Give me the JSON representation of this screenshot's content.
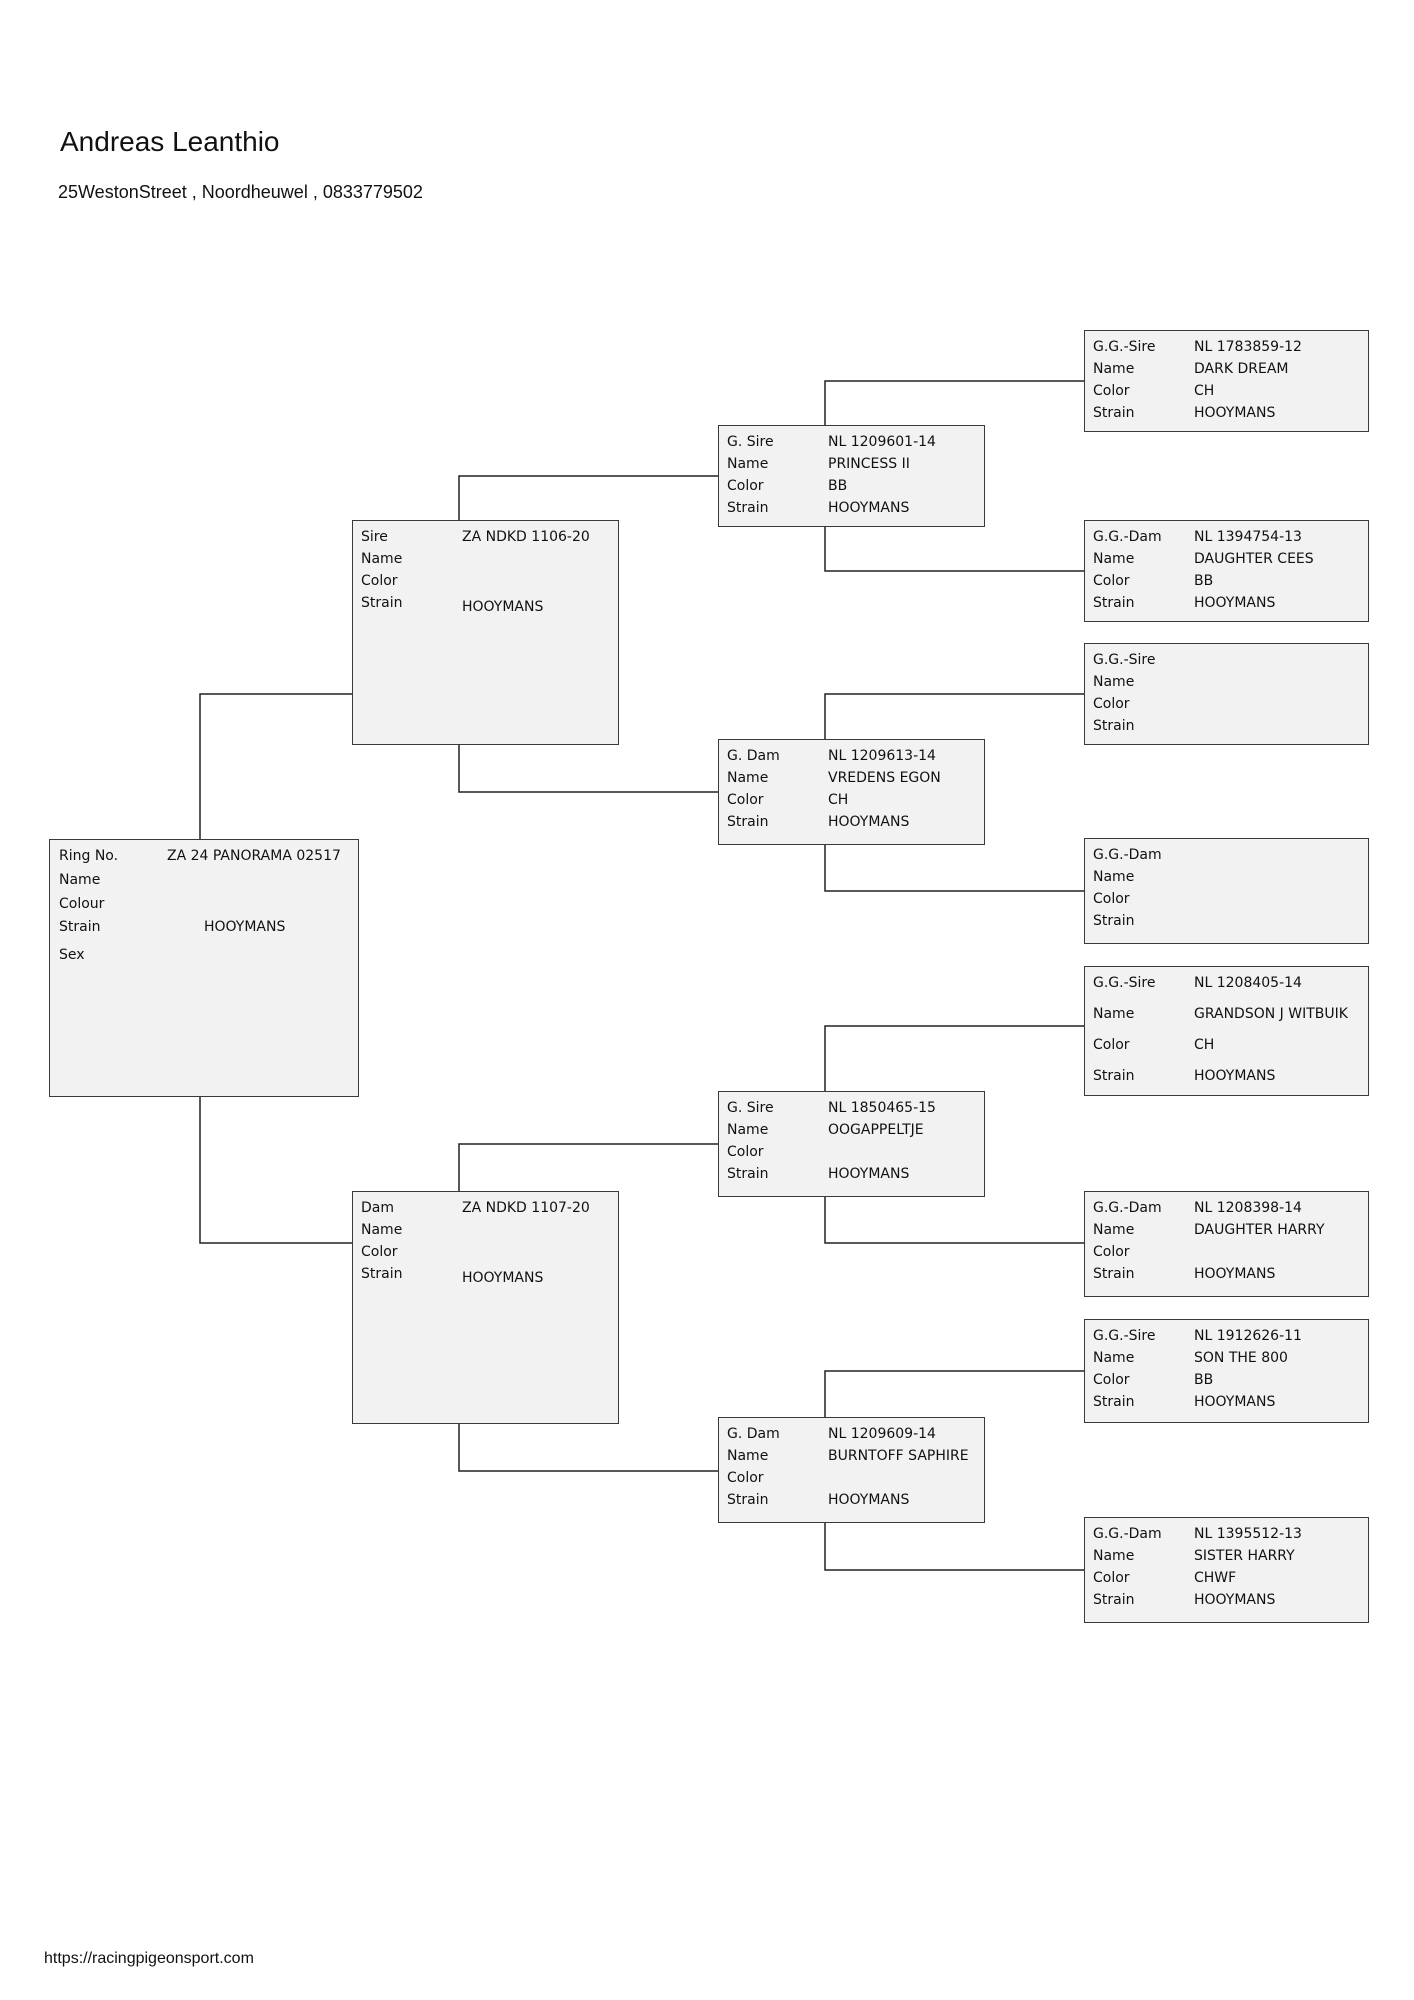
{
  "owner": {
    "name": "Andreas Leanthio",
    "address": "25WestonStreet , Noordheuwel , 0833779502"
  },
  "footer": "https://racingpigeonsport.com",
  "subject": {
    "ring_label": "Ring No.",
    "ring": "ZA 24 PANORAMA 02517",
    "name_label": "Name",
    "name": "",
    "colour_label": "Colour",
    "colour": "",
    "strain_label": "Strain",
    "strain": "HOOYMANS",
    "sex_label": "Sex"
  },
  "sire": {
    "role": "Sire",
    "ring": "ZA NDKD 1106-20",
    "name_label": "Name",
    "name": "",
    "color_label": "Color",
    "color": "",
    "strain_label": "Strain",
    "strain": "HOOYMANS"
  },
  "dam": {
    "role": "Dam",
    "ring": "ZA NDKD 1107-20",
    "name_label": "Name",
    "name": "",
    "color_label": "Color",
    "color": "",
    "strain_label": "Strain",
    "strain": "HOOYMANS"
  },
  "sire_sire": {
    "role": "G. Sire",
    "ring": "NL 1209601-14",
    "name_label": "Name",
    "name": "PRINCESS II",
    "color_label": "Color",
    "color": "BB",
    "strain_label": "Strain",
    "strain": "HOOYMANS"
  },
  "sire_dam": {
    "role": "G. Dam",
    "ring": "NL 1209613-14",
    "name_label": "Name",
    "name": "VREDENS EGON",
    "color_label": "Color",
    "color": "CH",
    "strain_label": "Strain",
    "strain": "HOOYMANS"
  },
  "dam_sire": {
    "role": "G. Sire",
    "ring": "NL 1850465-15",
    "name_label": "Name",
    "name": "OOGAPPELTJE",
    "color_label": "Color",
    "color": "",
    "strain_label": "Strain",
    "strain": "HOOYMANS"
  },
  "dam_dam": {
    "role": "G. Dam",
    "ring": "NL 1209609-14",
    "name_label": "Name",
    "name": "BURNTOFF SAPHIRE",
    "color_label": "Color",
    "color": "",
    "strain_label": "Strain",
    "strain": "HOOYMANS"
  },
  "ss_sire": {
    "role": "G.G.-Sire",
    "ring": "NL 1783859-12",
    "name_label": "Name",
    "name": "DARK DREAM",
    "color_label": "Color",
    "color": "CH",
    "strain_label": "Strain",
    "strain": "HOOYMANS"
  },
  "ss_dam": {
    "role": "G.G.-Dam",
    "ring": "NL 1394754-13",
    "name_label": "Name",
    "name": "DAUGHTER CEES",
    "color_label": "Color",
    "color": "BB",
    "strain_label": "Strain",
    "strain": "HOOYMANS"
  },
  "sd_sire": {
    "role": "G.G.-Sire",
    "ring": "",
    "name_label": "Name",
    "name": "",
    "color_label": "Color",
    "color": "",
    "strain_label": "Strain",
    "strain": ""
  },
  "sd_dam": {
    "role": "G.G.-Dam",
    "ring": "",
    "name_label": "Name",
    "name": "",
    "color_label": "Color",
    "color": "",
    "strain_label": "Strain",
    "strain": ""
  },
  "ds_sire": {
    "role": "G.G.-Sire",
    "ring": "NL 1208405-14",
    "name_label": "Name",
    "name": "GRANDSON J WITBUIK",
    "color_label": "Color",
    "color": "CH",
    "strain_label": "Strain",
    "strain": "HOOYMANS"
  },
  "ds_dam": {
    "role": "G.G.-Dam",
    "ring": "NL 1208398-14",
    "name_label": "Name",
    "name": "DAUGHTER HARRY",
    "color_label": "Color",
    "color": "",
    "strain_label": "Strain",
    "strain": "HOOYMANS"
  },
  "dd_sire": {
    "role": "G.G.-Sire",
    "ring": "NL 1912626-11",
    "name_label": "Name",
    "name": "SON THE 800",
    "color_label": "Color",
    "color": "BB",
    "strain_label": "Strain",
    "strain": "HOOYMANS"
  },
  "dd_dam": {
    "role": "G.G.-Dam",
    "ring": "NL 1395512-13",
    "name_label": "Name",
    "name": "SISTER HARRY",
    "color_label": "Color",
    "color": "CHWF",
    "strain_label": "Strain",
    "strain": "HOOYMANS"
  }
}
